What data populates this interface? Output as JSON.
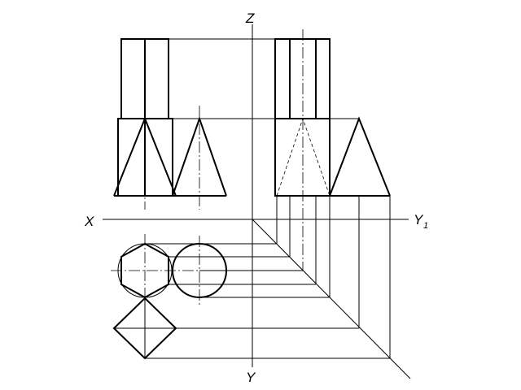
{
  "axes": {
    "z_label": "Z",
    "x_label": "X",
    "y1_label": "Y",
    "y1_subscript": "1",
    "y_label": "Y"
  }
}
